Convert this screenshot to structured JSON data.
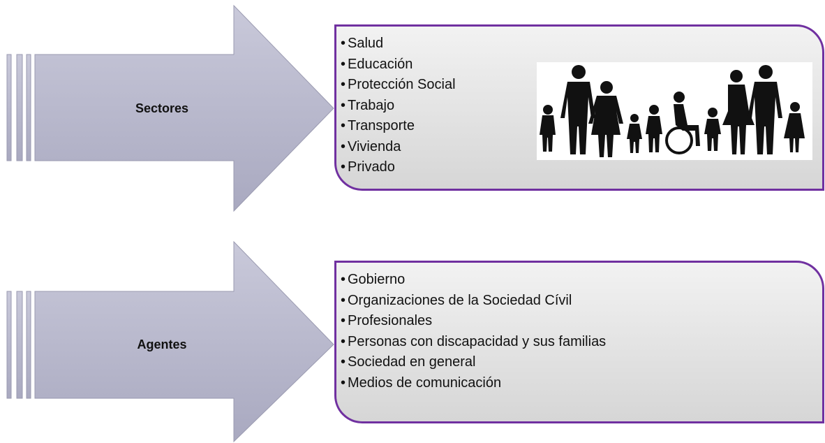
{
  "diagram": {
    "accent_color": "#7030a0",
    "arrow_color": "#b7b7cc",
    "rows": [
      {
        "label": "Sectores",
        "items": [
          "Salud",
          "Educación",
          "Protección Social",
          "Trabajo",
          "Transporte",
          "Vivienda",
          "Privado"
        ]
      },
      {
        "label": "Agentes",
        "items": [
          "Gobierno",
          "Organizaciones de la Sociedad Cívil",
          "Profesionales",
          "Personas con discapacidad y sus familias",
          "Sociedad en general",
          "Medios de comunicación"
        ]
      }
    ],
    "image_icon": "family-silhouette-icon"
  }
}
